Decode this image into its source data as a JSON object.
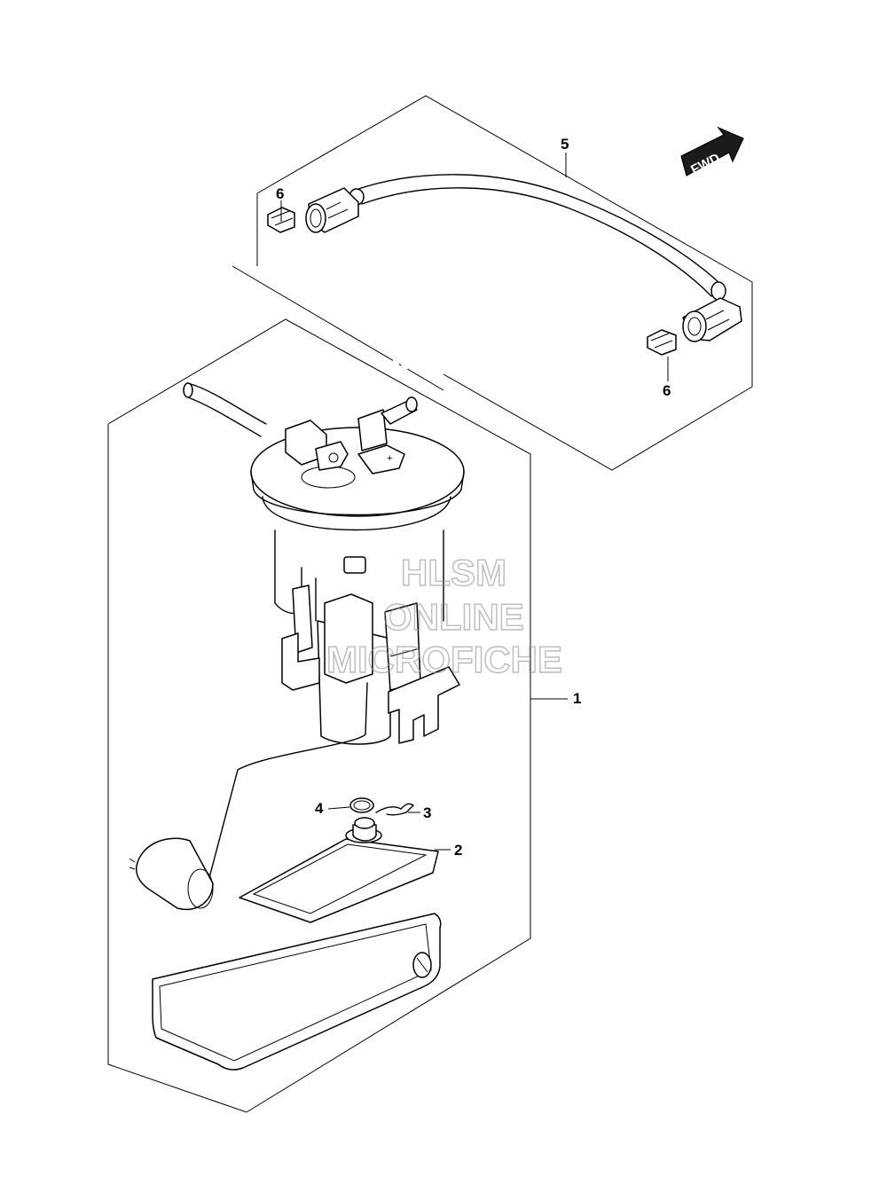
{
  "callouts": {
    "c1": "1",
    "c2": "2",
    "c3": "3",
    "c4": "4",
    "c5": "5",
    "c6a": "6",
    "c6b": "6"
  },
  "fwd_label": "FWD",
  "watermark": {
    "line1": "HLSM",
    "line2": "ONLINE",
    "line3": "MICROFICHE"
  },
  "colors": {
    "line": "#000000",
    "background": "#ffffff",
    "watermark": "#8f8f8f"
  }
}
